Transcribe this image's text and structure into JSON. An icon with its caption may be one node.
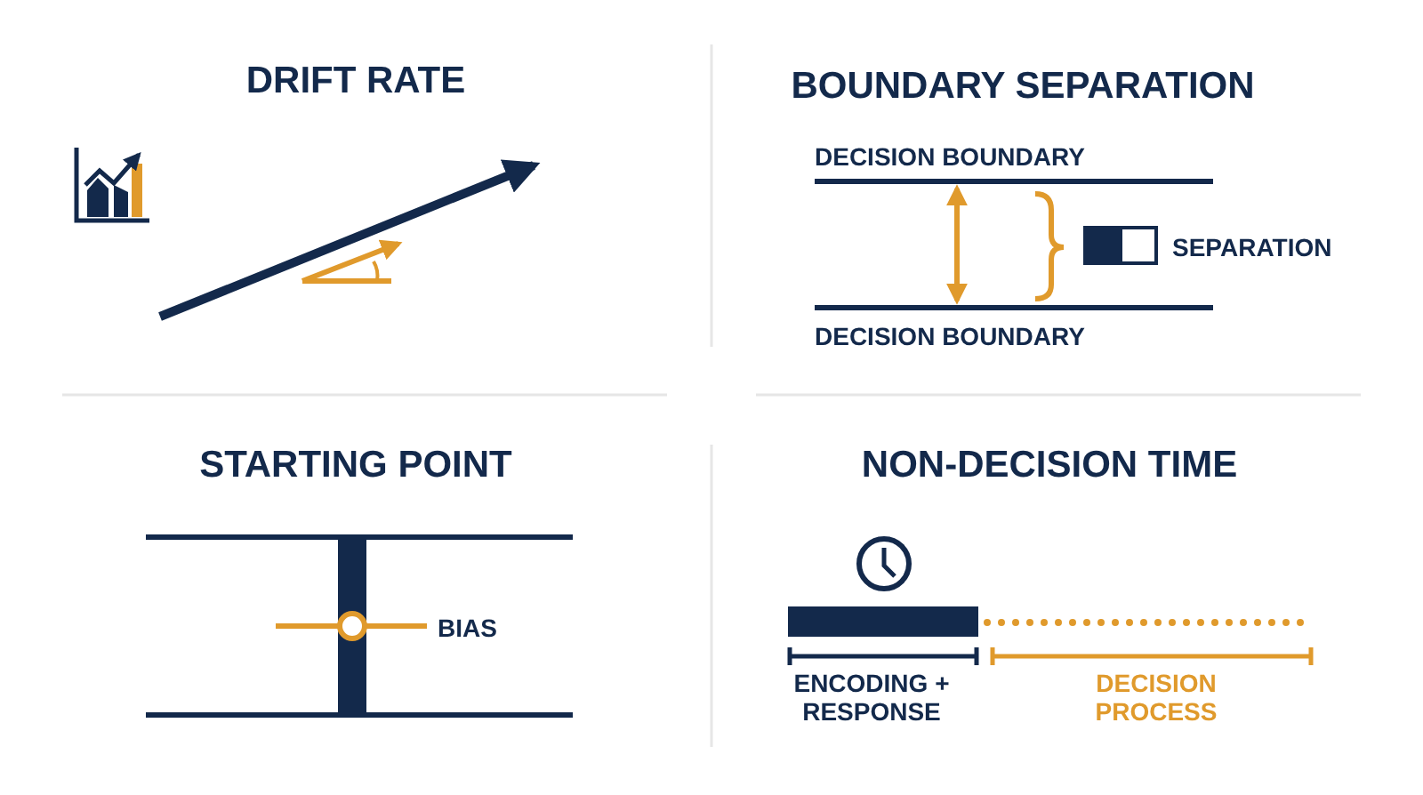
{
  "diagram": {
    "labels": [
      "DRIFT RATE",
      "BOUNDARY SEPARATION",
      "DECISION BOUNDARY",
      "SEPARATION",
      "DECISION BOUNDARY",
      "STARTING POINT",
      "BIAS",
      "NON-DECISION TIME",
      "ENCODING + RESPONSE",
      "DECISION PROCESS"
    ]
  }
}
